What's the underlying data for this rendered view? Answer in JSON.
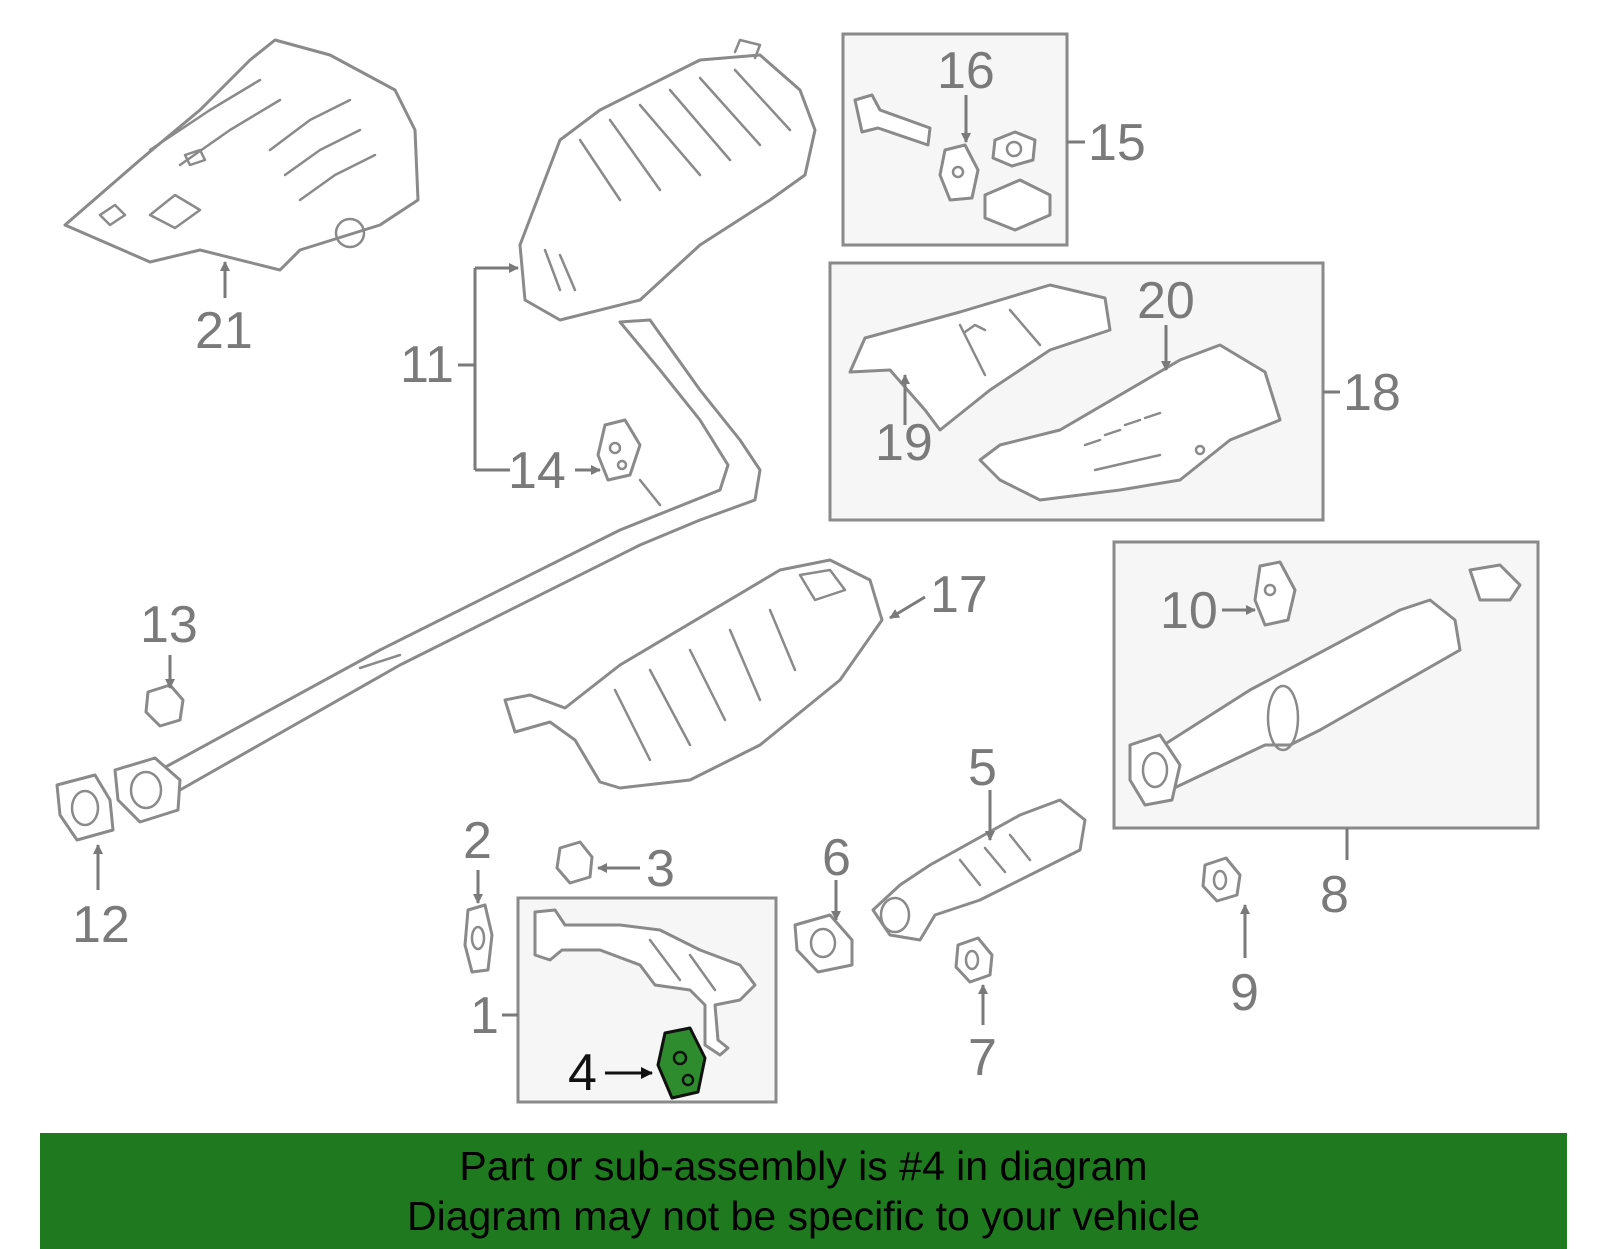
{
  "colors": {
    "highlight_part": "#2e8b2e",
    "banner_background": "#1f7a1f",
    "callout_text": "#7a7a7a",
    "active_callout_text": "#111111"
  },
  "diagram": {
    "callouts": {
      "c1": "1",
      "c2": "2",
      "c3": "3",
      "c4": "4",
      "c5": "5",
      "c6": "6",
      "c7": "7",
      "c8": "8",
      "c9": "9",
      "c10": "10",
      "c11": "11",
      "c12": "12",
      "c13": "13",
      "c14": "14",
      "c15": "15",
      "c16": "16",
      "c17": "17",
      "c18": "18",
      "c19": "19",
      "c20": "20",
      "c21": "21"
    },
    "highlighted_callout": "4"
  },
  "banner": {
    "line1": "Part or sub-assembly is #4 in diagram",
    "line2": "Diagram may not be specific to your vehicle"
  }
}
